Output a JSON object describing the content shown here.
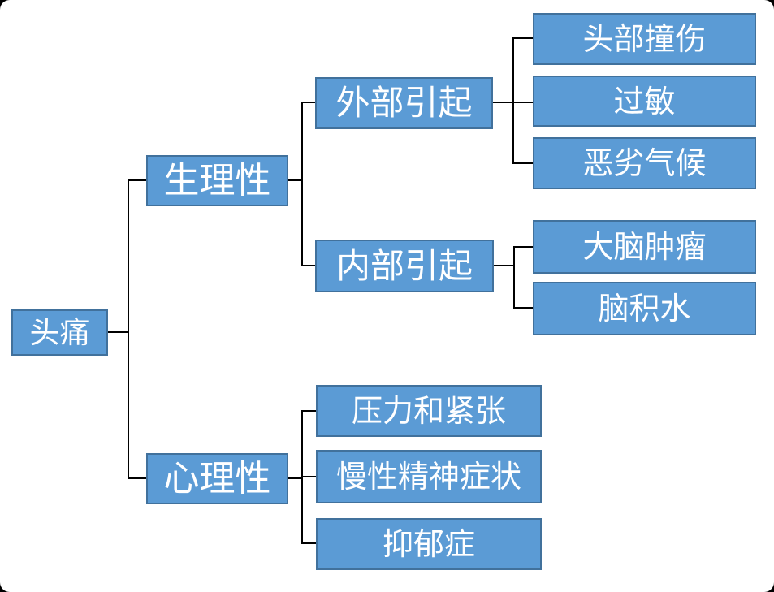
{
  "canvas": {
    "background": "#FFFFFF",
    "outside_corner_color": "#000000",
    "node_fill": "#5B9BD5",
    "node_border": "#41719C",
    "node_text_color": "#FFFFFF",
    "connector_color": "#000000"
  },
  "tree": {
    "root": {
      "label": "头痛"
    },
    "branches": [
      {
        "label": "生理性",
        "children": [
          {
            "label": "外部引起",
            "children": [
              {
                "label": "头部撞伤"
              },
              {
                "label": "过敏"
              },
              {
                "label": "恶劣气候"
              }
            ]
          },
          {
            "label": "内部引起",
            "children": [
              {
                "label": "大脑肿瘤"
              },
              {
                "label": "脑积水"
              }
            ]
          }
        ]
      },
      {
        "label": "心理性",
        "children": [
          {
            "label": "压力和紧张"
          },
          {
            "label": "慢性精神症状"
          },
          {
            "label": "抑郁症"
          }
        ]
      }
    ]
  }
}
